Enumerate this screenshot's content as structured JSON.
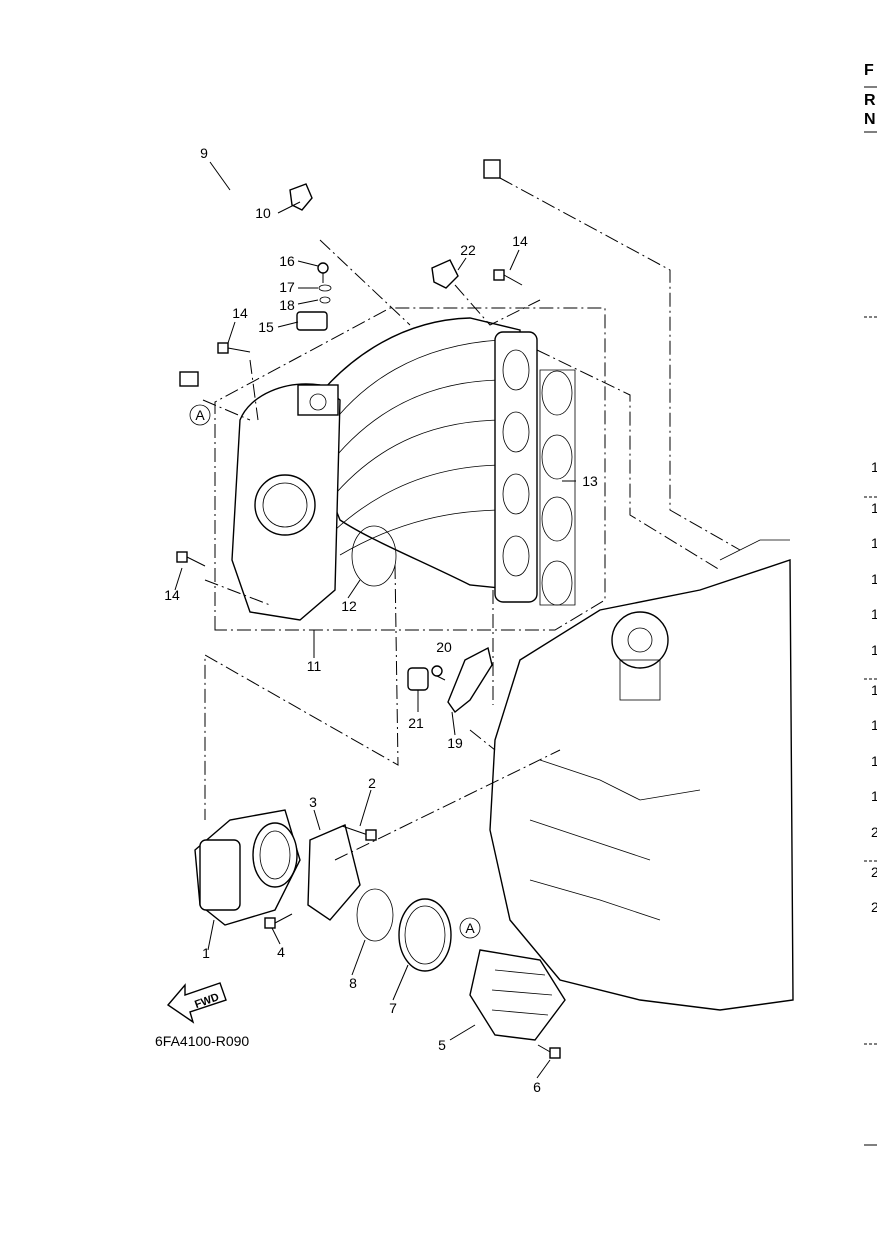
{
  "callouts": [
    {
      "id": "1",
      "text": "1"
    },
    {
      "id": "2",
      "text": "2"
    },
    {
      "id": "3",
      "text": "3"
    },
    {
      "id": "4",
      "text": "4"
    },
    {
      "id": "5",
      "text": "5"
    },
    {
      "id": "6",
      "text": "6"
    },
    {
      "id": "7",
      "text": "7"
    },
    {
      "id": "8",
      "text": "8"
    },
    {
      "id": "9",
      "text": "9"
    },
    {
      "id": "10",
      "text": "10"
    },
    {
      "id": "11",
      "text": "11"
    },
    {
      "id": "12",
      "text": "12"
    },
    {
      "id": "13",
      "text": "13"
    },
    {
      "id": "14a",
      "text": "14"
    },
    {
      "id": "14b",
      "text": "14"
    },
    {
      "id": "14c",
      "text": "14"
    },
    {
      "id": "15",
      "text": "15"
    },
    {
      "id": "16",
      "text": "16"
    },
    {
      "id": "17",
      "text": "17"
    },
    {
      "id": "18",
      "text": "18"
    },
    {
      "id": "19",
      "text": "19"
    },
    {
      "id": "20",
      "text": "20"
    },
    {
      "id": "21",
      "text": "21"
    },
    {
      "id": "22",
      "text": "22"
    }
  ],
  "reference_markers": [
    {
      "id": "A-top",
      "text": "A"
    },
    {
      "id": "A-bottom",
      "text": "A"
    }
  ],
  "fwd_label": "FWD",
  "drawing_code": "6FA4100-R090",
  "right_edge_fragments": [
    "F",
    "R",
    "N",
    "1",
    "1",
    "1",
    "1",
    "1",
    "1",
    "1",
    "1",
    "1",
    "1",
    "2",
    "2",
    "2"
  ],
  "icons": [
    "fwd-arrow-icon"
  ]
}
